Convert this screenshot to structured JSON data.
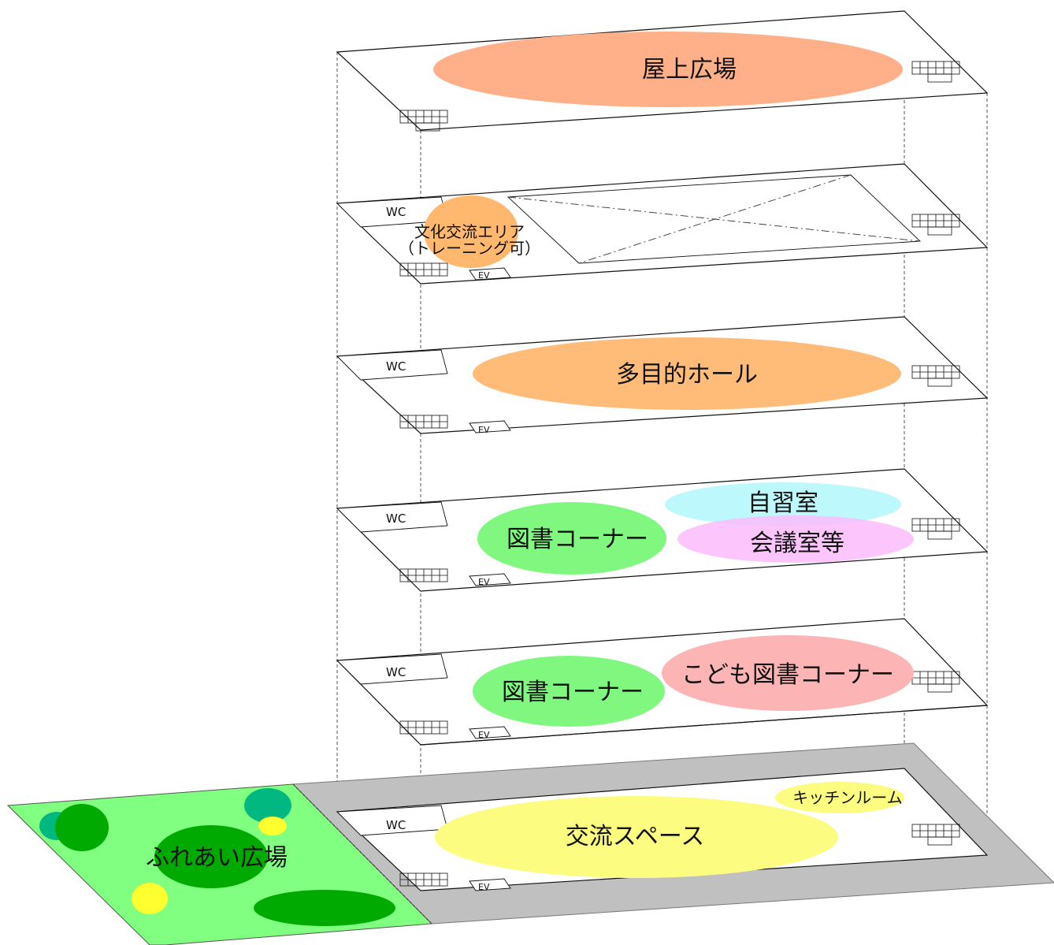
{
  "floors": {
    "roof": {
      "label": "屋上広場"
    },
    "f5": {
      "wc": "WC",
      "ev": "EV",
      "culture_line1": "文化交流エリア",
      "culture_line2": "（トレーニング可）"
    },
    "f4": {
      "wc": "WC",
      "ev": "EV",
      "hall": "多目的ホール"
    },
    "f3": {
      "wc": "WC",
      "ev": "EV",
      "library": "図書コーナー",
      "study": "自習室",
      "meeting": "会議室等"
    },
    "f2": {
      "wc": "WC",
      "ev": "EV",
      "library": "図書コーナー",
      "kids_library": "こども図書コーナー"
    },
    "f1": {
      "wc": "WC",
      "ev": "EV",
      "exchange": "交流スペース",
      "kitchen": "キッチンルーム"
    },
    "plaza": {
      "label": "ふれあい広場"
    }
  },
  "colors": {
    "roof_plaza": "#ffb088",
    "culture": "#ffb86e",
    "hall": "#ffbb78",
    "library": "#80f880",
    "study": "#b8f8fc",
    "meeting": "#fcbcfc",
    "kids_library": "#fcb4b4",
    "exchange": "#fcfc80",
    "kitchen": "#fcfc80",
    "plaza_ground": "#80ff80",
    "ground_ring": "#c0c0c0",
    "tree_dark": "#00aa00",
    "tree_teal": "#00b880",
    "tree_yellow": "#ffff30"
  }
}
